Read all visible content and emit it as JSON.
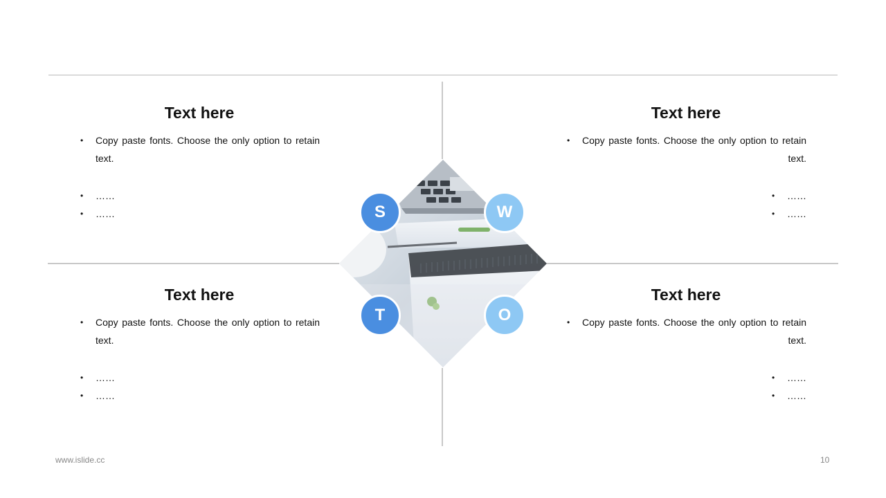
{
  "quadrants": {
    "s": {
      "title": "Text here",
      "items": [
        "Copy paste fonts. Choose the only option to retain text.",
        "……",
        "……"
      ]
    },
    "w": {
      "title": "Text here",
      "items": [
        "Copy paste fonts. Choose the only option to retain text.",
        "……",
        "……"
      ]
    },
    "t": {
      "title": "Text here",
      "items": [
        "Copy paste fonts. Choose the only option to retain text.",
        "……",
        "……"
      ]
    },
    "o": {
      "title": "Text here",
      "items": [
        "Copy paste fonts. Choose the only option to retain text.",
        "……",
        "……"
      ]
    }
  },
  "letters": {
    "s": "S",
    "w": "W",
    "t": "T",
    "o": "O"
  },
  "colors": {
    "dark_blue": "#4a8ee0",
    "light_blue": "#8ec8f4",
    "divider": "#c8c8c8"
  },
  "image": "laptop-and-notebook-photo",
  "footer": {
    "website": "www.islide.cc",
    "page_number": "10"
  }
}
